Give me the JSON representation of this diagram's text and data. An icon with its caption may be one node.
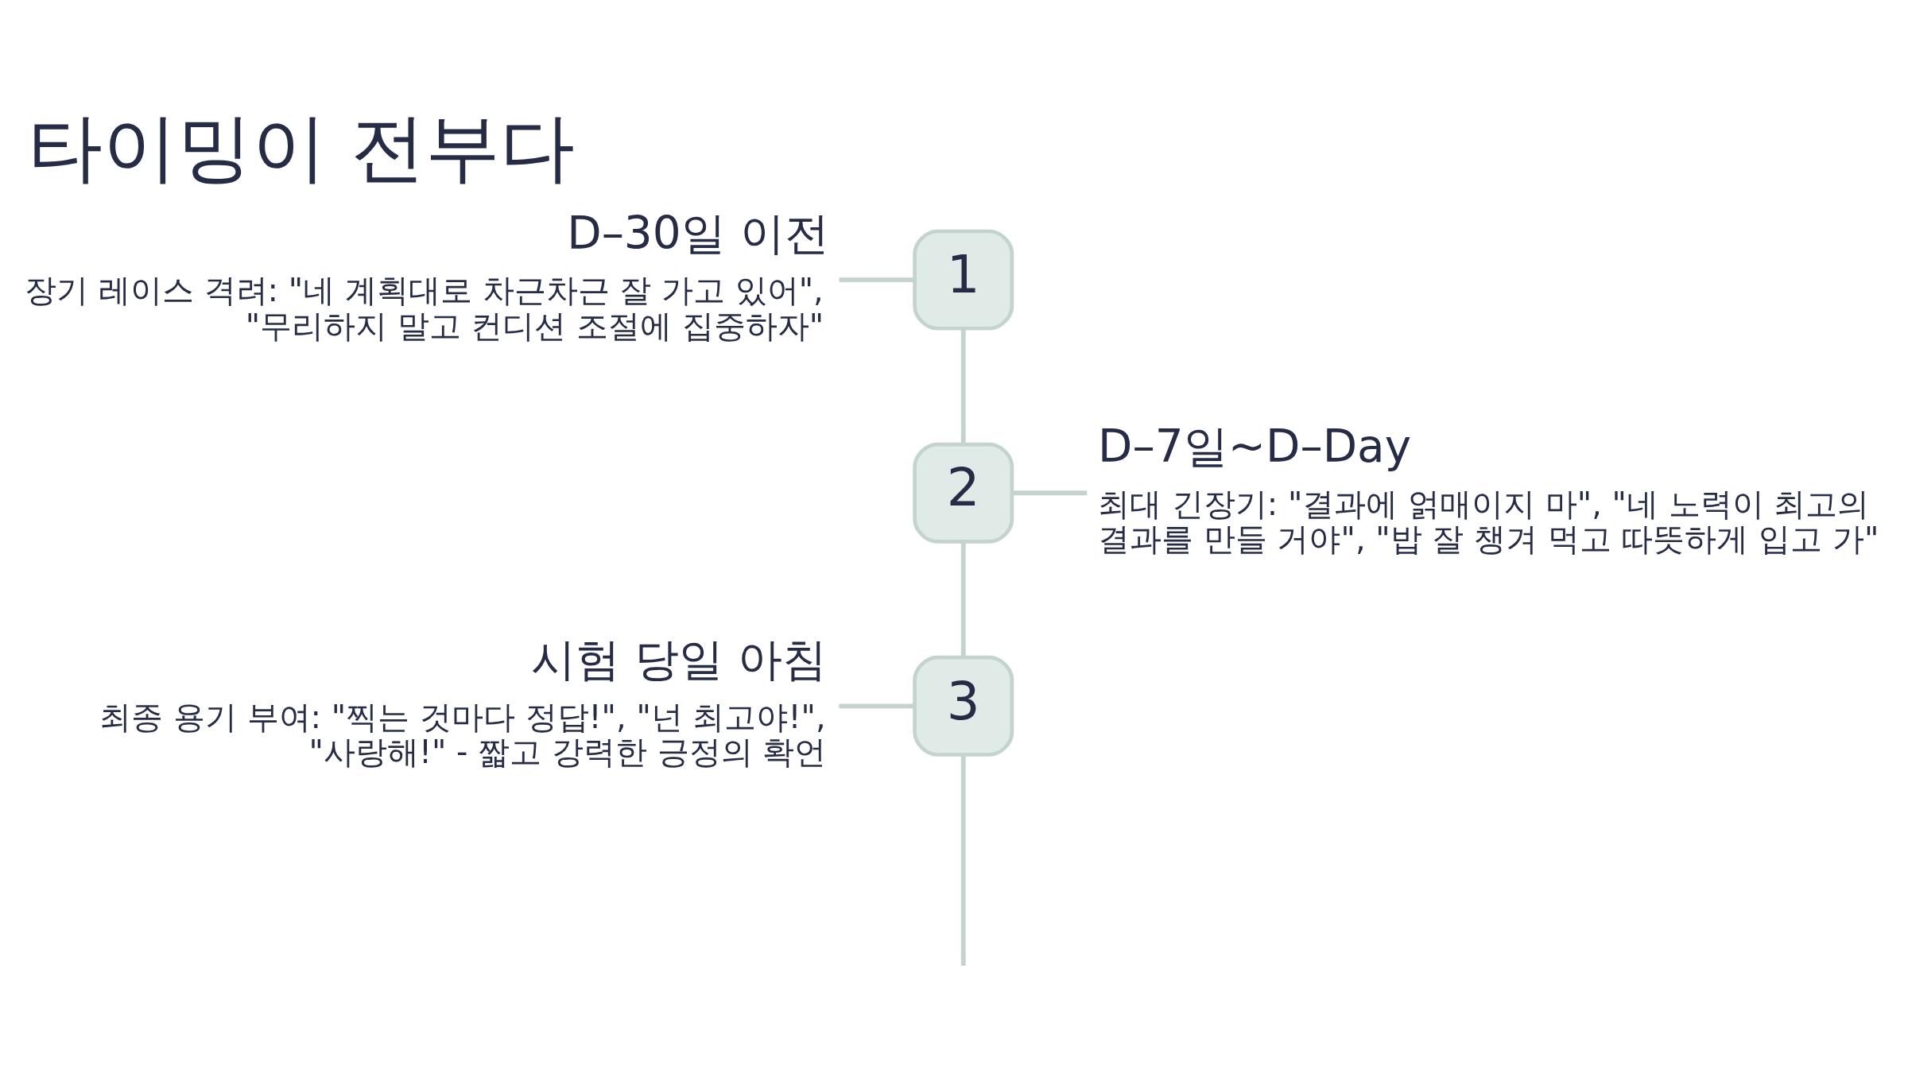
{
  "diagram": {
    "title": "타이밍이 전부다",
    "nodes": [
      {
        "text": [
          "D–30일 이전",
          "장기 레이스 격려: \"네 계획대로 차근차근 잘 가고 있어\", \"무리하지 말고 컨디션 조절에 집중하자\""
        ]
      },
      {
        "text": [
          "1"
        ]
      },
      {
        "text": [
          "2"
        ]
      },
      {
        "text": [
          "D–7일~D–Day",
          "최대 긴장기: \"결과에 얽매이지 마\", \"네 노력이 최고의 결과를 만들 거야\", \"밥 잘 챙겨 먹고 따뜻하게 입고 가\""
        ]
      },
      {
        "text": [
          "시험 당일 아침",
          "최종 용기 부여: \"찍는 것마다 정답!\", \"넌 최고야!\", \"사랑해!\" - 짧고 강력한 긍정의 확언"
        ]
      },
      {
        "text": [
          "3"
        ]
      }
    ],
    "edges": [
      {
        "from": 0,
        "to": 1,
        "arrow": "none"
      },
      {
        "from": 1,
        "to": 2,
        "arrow": "none"
      },
      {
        "from": 2,
        "to": 3,
        "arrow": "none"
      },
      {
        "from": 2,
        "to": 5,
        "arrow": "none"
      },
      {
        "from": 4,
        "to": 5,
        "arrow": "none"
      },
      {
        "from": 5,
        "to": null,
        "arrow": "none"
      }
    ]
  }
}
